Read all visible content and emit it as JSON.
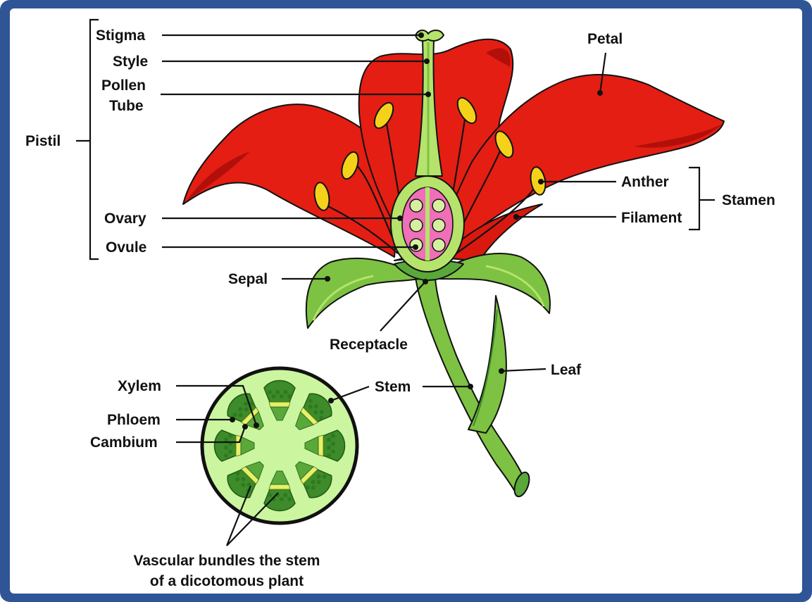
{
  "labels": {
    "stigma": "Stigma",
    "style": "Style",
    "pollen_tube_1": "Pollen",
    "pollen_tube_2": "Tube",
    "pistil": "Pistil",
    "ovary": "Ovary",
    "ovule": "Ovule",
    "sepal": "Sepal",
    "receptacle": "Receptacle",
    "petal": "Petal",
    "anther": "Anther",
    "filament": "Filament",
    "stamen": "Stamen",
    "leaf": "Leaf",
    "stem": "Stem",
    "xylem": "Xylem",
    "phloem": "Phloem",
    "cambium": "Cambium",
    "caption_1": "Vascular bundles the stem",
    "caption_2": "of a dicotomous plant"
  },
  "colors": {
    "frame": "#2f5597",
    "petal": "#e41e13",
    "petal_shade": "#b30f0a",
    "green": "#7dc242",
    "light_green": "#b5e36b",
    "dark_green": "#3d8b2a",
    "ovary_pink": "#ef6fb8",
    "anther_yellow": "#f5d21a",
    "cross_section_fill": "#ccf5a0"
  }
}
